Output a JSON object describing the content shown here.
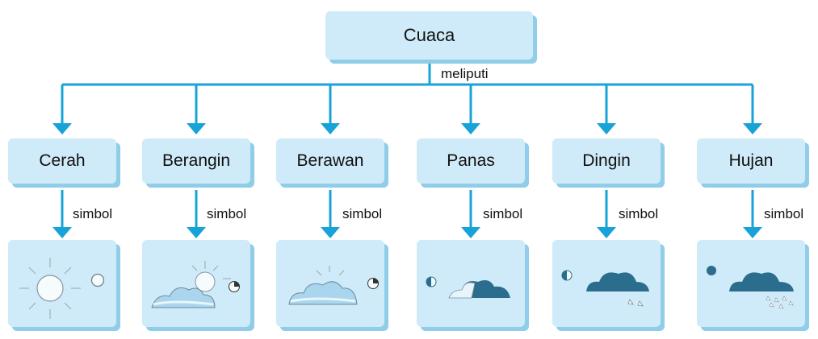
{
  "root": {
    "label": "Cuaca"
  },
  "relation_label": "meliputi",
  "symbol_label": "simbol",
  "categories": [
    {
      "label": "Cerah",
      "icon": "sun-icon"
    },
    {
      "label": "Berangin",
      "icon": "sun-cloud-wind-icon"
    },
    {
      "label": "Berawan",
      "icon": "cloud-icon"
    },
    {
      "label": "Panas",
      "icon": "dark-cloud-icon"
    },
    {
      "label": "Dingin",
      "icon": "dark-cloud-snow-icon"
    },
    {
      "label": "Hujan",
      "icon": "rain-cloud-icon"
    }
  ],
  "colors": {
    "box": "#cfeaf8",
    "shadow": "#8fcde9",
    "arrow": "#17a3d8",
    "cloud_dark": "#2b6d8c"
  }
}
